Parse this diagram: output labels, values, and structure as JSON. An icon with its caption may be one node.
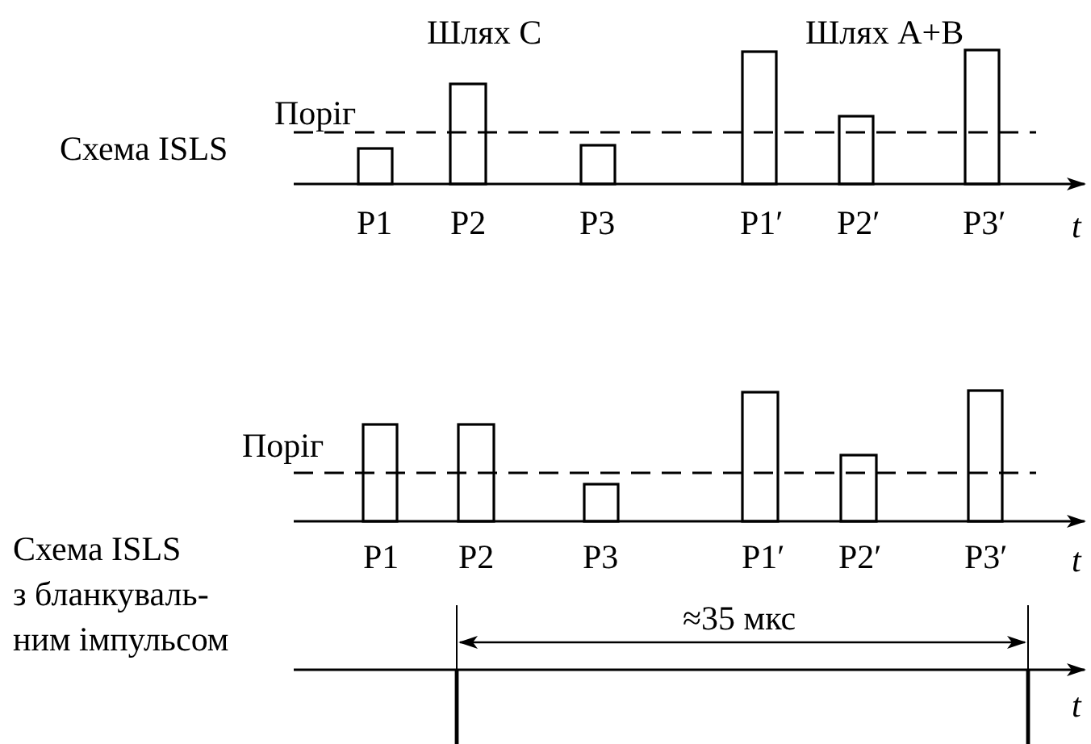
{
  "diagram": {
    "labels": [
      "Шлях C",
      "Шлях A+B",
      "Поріг",
      "Схема ISLS",
      "P1",
      "P2",
      "P3",
      "P1′",
      "P2′",
      "P3′",
      "t",
      "Поріг",
      "P1",
      "P2",
      "P3",
      "P1′",
      "P2′",
      "P3′",
      "t",
      "Схема ISLS з бланкуваль- ним імпульсом",
      "≈35 мкс",
      "t"
    ]
  }
}
